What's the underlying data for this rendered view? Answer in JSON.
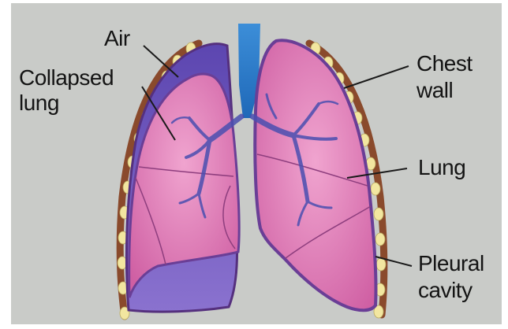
{
  "diagram": {
    "labels": {
      "air": "Air",
      "collapsed_lung_line1": "Collapsed",
      "collapsed_lung_line2": "lung",
      "chest_wall_line1": "Chest",
      "chest_wall_line2": "wall",
      "lung": "Lung",
      "pleural_cavity_line1": "Pleural",
      "pleural_cavity_line2": "cavity"
    },
    "colors": {
      "background": "#c9cbc8",
      "lung_fill": "#e27fb8",
      "lung_outline": "#6a3e96",
      "air_fill": "#7b62c4",
      "trachea": "#2c78c8",
      "bronchi": "#4a4fb0",
      "chest_wall": "#8a4a2c",
      "rib_dots": "#f2e6a0"
    }
  }
}
